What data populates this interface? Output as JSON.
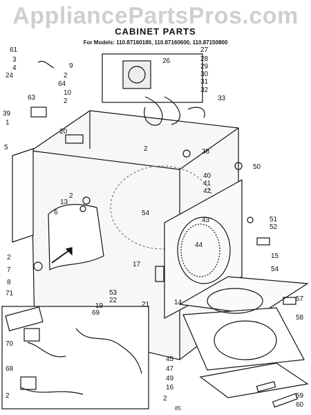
{
  "watermark": "AppliancePartsPros.com",
  "title": "CABINET PARTS",
  "subtitle": "For Models: 110.87160180, 110.87160600, 110.87150800",
  "page_number": "85",
  "callouts": [
    "61",
    "3",
    "4",
    "24",
    "63",
    "9",
    "2",
    "64",
    "10",
    "2",
    "39",
    "1",
    "20",
    "5",
    "27",
    "28",
    "29",
    "30",
    "26",
    "31",
    "32",
    "33",
    "2",
    "38",
    "40",
    "41",
    "42",
    "50",
    "54",
    "43",
    "44",
    "13",
    "2",
    "6",
    "51",
    "52",
    "15",
    "54",
    "2",
    "7",
    "8",
    "17",
    "53",
    "21",
    "22",
    "19",
    "57",
    "58",
    "71",
    "14",
    "45",
    "47",
    "49",
    "16",
    "2",
    "69",
    "70",
    "68",
    "2",
    "59",
    "60"
  ]
}
